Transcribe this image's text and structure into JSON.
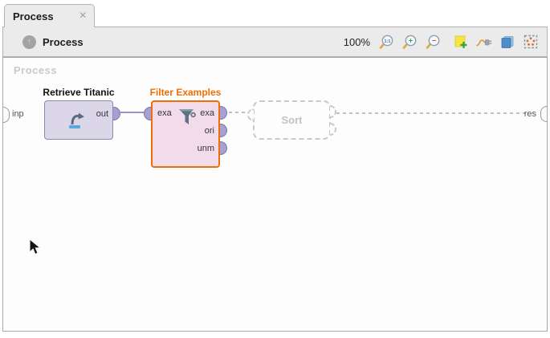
{
  "tab": {
    "title": "Process",
    "close_glyph": "×"
  },
  "toolbar": {
    "process_label": "Process",
    "zoom_level": "100%",
    "zoom_actual_glyph": "1:1",
    "zoom_in_glyph": "+",
    "zoom_out_glyph": "−",
    "icons": {
      "navigate_up": "up-arrow-circle",
      "zoom_actual": "magnifier-1to1",
      "zoom_in": "magnifier-plus",
      "zoom_out": "magnifier-minus",
      "add_note": "sticky-note-plus",
      "connections": "plug-wire",
      "layers": "layered-panels",
      "auto_fit": "dashed-frame-dots"
    }
  },
  "canvas": {
    "watermark": "Process",
    "input_port_label": "inp",
    "result_port_label": "res",
    "operators": {
      "retrieve": {
        "title": "Retrieve Titanic",
        "out_port": "out",
        "icon": "curved-arrow-retrieve"
      },
      "filter": {
        "title": "Filter Examples",
        "selected": true,
        "in_port": "exa",
        "out_ports": [
          "exa",
          "ori",
          "unm"
        ],
        "icon": "funnel-filter"
      },
      "sort_ghost": {
        "title": "Sort",
        "ghost": true
      }
    }
  },
  "colors": {
    "selection_orange": "#f06f05",
    "operator_fill": "#dbd7e9",
    "selected_fill": "#f2dcec",
    "port_purple": "#a89fd2",
    "connection_purple": "#9b93cc",
    "ghost_gray": "#c9c9c9",
    "chrome_gray": "#ebebeb"
  }
}
